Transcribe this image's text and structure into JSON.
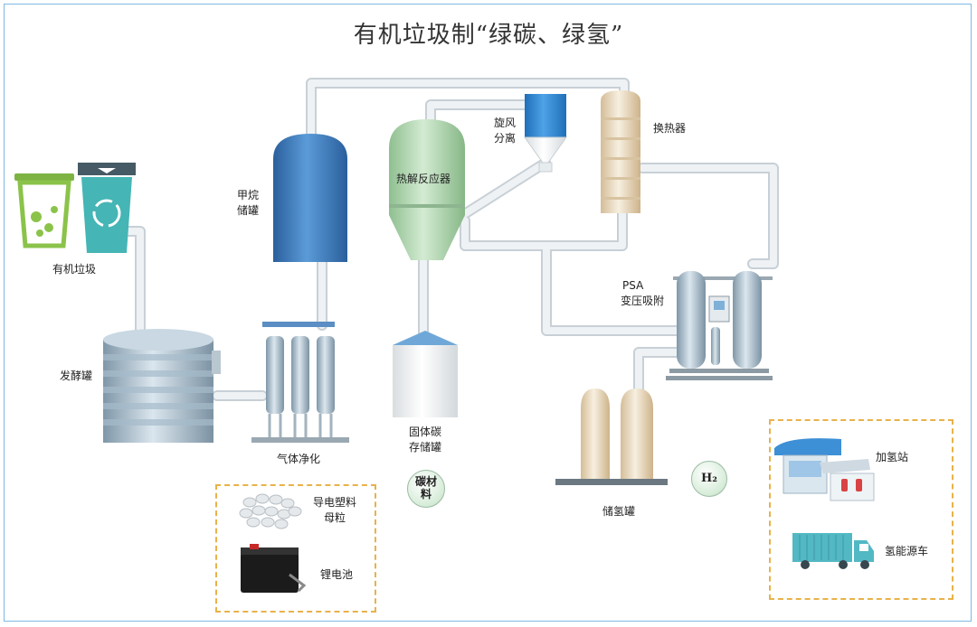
{
  "title": "有机垃圾制“绿碳、绿氢”",
  "labels": {
    "organic_waste": "有机垃圾",
    "fermentation_tank": "发酵罐",
    "methane_tank_1": "甲烷",
    "methane_tank_2": "储罐",
    "gas_purification": "气体净化",
    "pyrolysis_reactor": "热解反应器",
    "cyclone_1": "旋风",
    "cyclone_2": "分离",
    "heat_exchanger": "换热器",
    "psa_1": "PSA",
    "psa_2": "变压吸附",
    "solid_carbon_1": "固体碳",
    "solid_carbon_2": "存储罐",
    "carbon_material_badge": "碳材料",
    "h2_badge": "H₂",
    "hydrogen_tank": "储氢罐",
    "conductive_plastic_1": "导电塑料",
    "conductive_plastic_2": "母粒",
    "lithium_battery": "锂电池",
    "hydrogen_station": "加氢站",
    "hydrogen_truck": "氢能源车"
  },
  "colors": {
    "pipe": "#e3e8ec",
    "pipe_edge": "#c8d0d6",
    "methane_tank": "#3f7fc0",
    "reactor": "#a8cfa9",
    "cyclone": "#2f86d1",
    "heat_exchanger": "#ead9bd",
    "dashed_box": "#e8b24a",
    "waste_bin_green": "#8bc34a",
    "waste_bin_teal": "#45b5b5",
    "frame": "#7fb9e2"
  }
}
